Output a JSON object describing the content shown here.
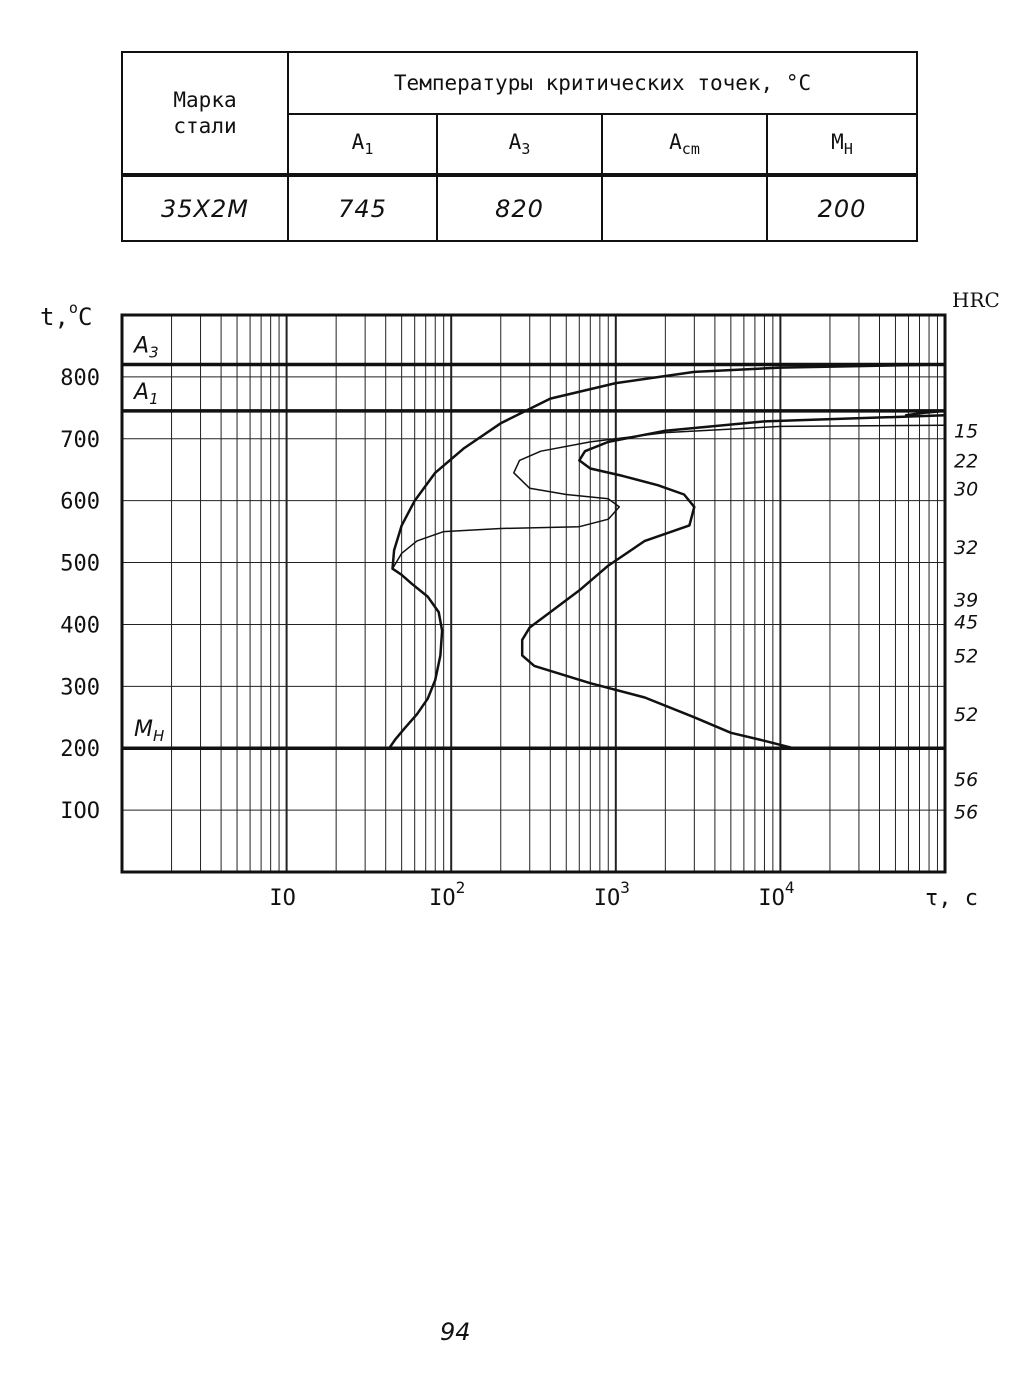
{
  "table": {
    "header_brand": "Марка стали",
    "header_temps": "Температуры критических точек, °C",
    "columns": [
      {
        "base": "A",
        "sub": "1"
      },
      {
        "base": "A",
        "sub": "3"
      },
      {
        "base": "A",
        "sub": "cm"
      },
      {
        "base": "M",
        "sub": "H"
      }
    ],
    "row": {
      "steel": "35Х2М",
      "a1": "745",
      "a3": "820",
      "acm": "",
      "mh": "200"
    }
  },
  "chart_data": {
    "type": "line",
    "ylabel": "t, °C",
    "xlabel": "τ, с",
    "y2label": "HRC",
    "xscale": "log",
    "xlim": [
      1,
      100000
    ],
    "ylim": [
      0,
      900
    ],
    "yticks": [
      {
        "value": 800,
        "label": "800"
      },
      {
        "value": 700,
        "label": "700"
      },
      {
        "value": 600,
        "label": "600"
      },
      {
        "value": 500,
        "label": "500"
      },
      {
        "value": 400,
        "label": "400"
      },
      {
        "value": 300,
        "label": "300"
      },
      {
        "value": 200,
        "label": "200"
      },
      {
        "value": 100,
        "label": "IOO"
      }
    ],
    "xticks": [
      {
        "value": 10,
        "base": "IO",
        "exp": ""
      },
      {
        "value": 100,
        "base": "IO",
        "exp": "2"
      },
      {
        "value": 1000,
        "base": "IO",
        "exp": "3"
      },
      {
        "value": 10000,
        "base": "IO",
        "exp": "4"
      }
    ],
    "grid": true,
    "reference_lines": [
      {
        "label": "A3",
        "label_base": "A",
        "label_sub": "3",
        "y": 820
      },
      {
        "label": "A1",
        "label_base": "A",
        "label_sub": "1",
        "y": 745
      },
      {
        "label": "Мн",
        "label_base": "M",
        "label_sub": "H",
        "y": 200
      }
    ],
    "hardness_labels": [
      {
        "y": 713,
        "text": "15"
      },
      {
        "y": 665,
        "text": "22"
      },
      {
        "y": 620,
        "text": "30"
      },
      {
        "y": 525,
        "text": "32"
      },
      {
        "y": 440,
        "text": "39"
      },
      {
        "y": 405,
        "text": "45"
      },
      {
        "y": 350,
        "text": "52"
      },
      {
        "y": 255,
        "text": "52"
      },
      {
        "y": 150,
        "text": "56"
      },
      {
        "y": 98,
        "text": "56"
      }
    ],
    "curves": [
      {
        "width": 2.5,
        "points": [
          [
            42,
            200
          ],
          [
            46,
            215
          ],
          [
            52,
            232
          ],
          [
            62,
            255
          ],
          [
            72,
            280
          ],
          [
            80,
            310
          ],
          [
            86,
            350
          ],
          [
            88,
            390
          ],
          [
            84,
            420
          ],
          [
            72,
            445
          ],
          [
            58,
            465
          ],
          [
            50,
            480
          ],
          [
            44,
            490
          ],
          [
            45,
            520
          ],
          [
            50,
            560
          ],
          [
            60,
            600
          ],
          [
            80,
            645
          ],
          [
            120,
            685
          ],
          [
            200,
            725
          ],
          [
            400,
            765
          ],
          [
            1000,
            790
          ],
          [
            3000,
            808
          ],
          [
            10000,
            815
          ],
          [
            100000,
            820
          ]
        ]
      },
      {
        "width": 1.5,
        "points": [
          [
            44,
            490
          ],
          [
            50,
            515
          ],
          [
            62,
            535
          ],
          [
            90,
            550
          ],
          [
            200,
            555
          ],
          [
            600,
            558
          ],
          [
            900,
            570
          ],
          [
            1050,
            590
          ],
          [
            900,
            603
          ],
          [
            500,
            610
          ],
          [
            300,
            620
          ],
          [
            240,
            645
          ],
          [
            260,
            665
          ],
          [
            350,
            680
          ],
          [
            700,
            695
          ],
          [
            2000,
            710
          ],
          [
            10000,
            720
          ],
          [
            100000,
            722
          ]
        ]
      },
      {
        "width": 2.5,
        "points": [
          [
            12000,
            200
          ],
          [
            8000,
            212
          ],
          [
            5000,
            225
          ],
          [
            3000,
            250
          ],
          [
            1500,
            282
          ],
          [
            700,
            305
          ],
          [
            320,
            333
          ],
          [
            270,
            350
          ],
          [
            270,
            375
          ],
          [
            300,
            395
          ],
          [
            400,
            420
          ],
          [
            600,
            455
          ],
          [
            900,
            495
          ],
          [
            1500,
            535
          ],
          [
            2800,
            560
          ],
          [
            3000,
            590
          ],
          [
            2600,
            610
          ],
          [
            1800,
            625
          ],
          [
            1100,
            640
          ],
          [
            700,
            652
          ],
          [
            600,
            665
          ],
          [
            650,
            680
          ],
          [
            900,
            695
          ],
          [
            2000,
            713
          ],
          [
            8000,
            728
          ],
          [
            100000,
            738
          ]
        ]
      },
      {
        "width": 2.5,
        "points": [
          [
            58000,
            738
          ],
          [
            75000,
            742
          ],
          [
            100000,
            745
          ]
        ]
      }
    ]
  },
  "page_number": "94"
}
